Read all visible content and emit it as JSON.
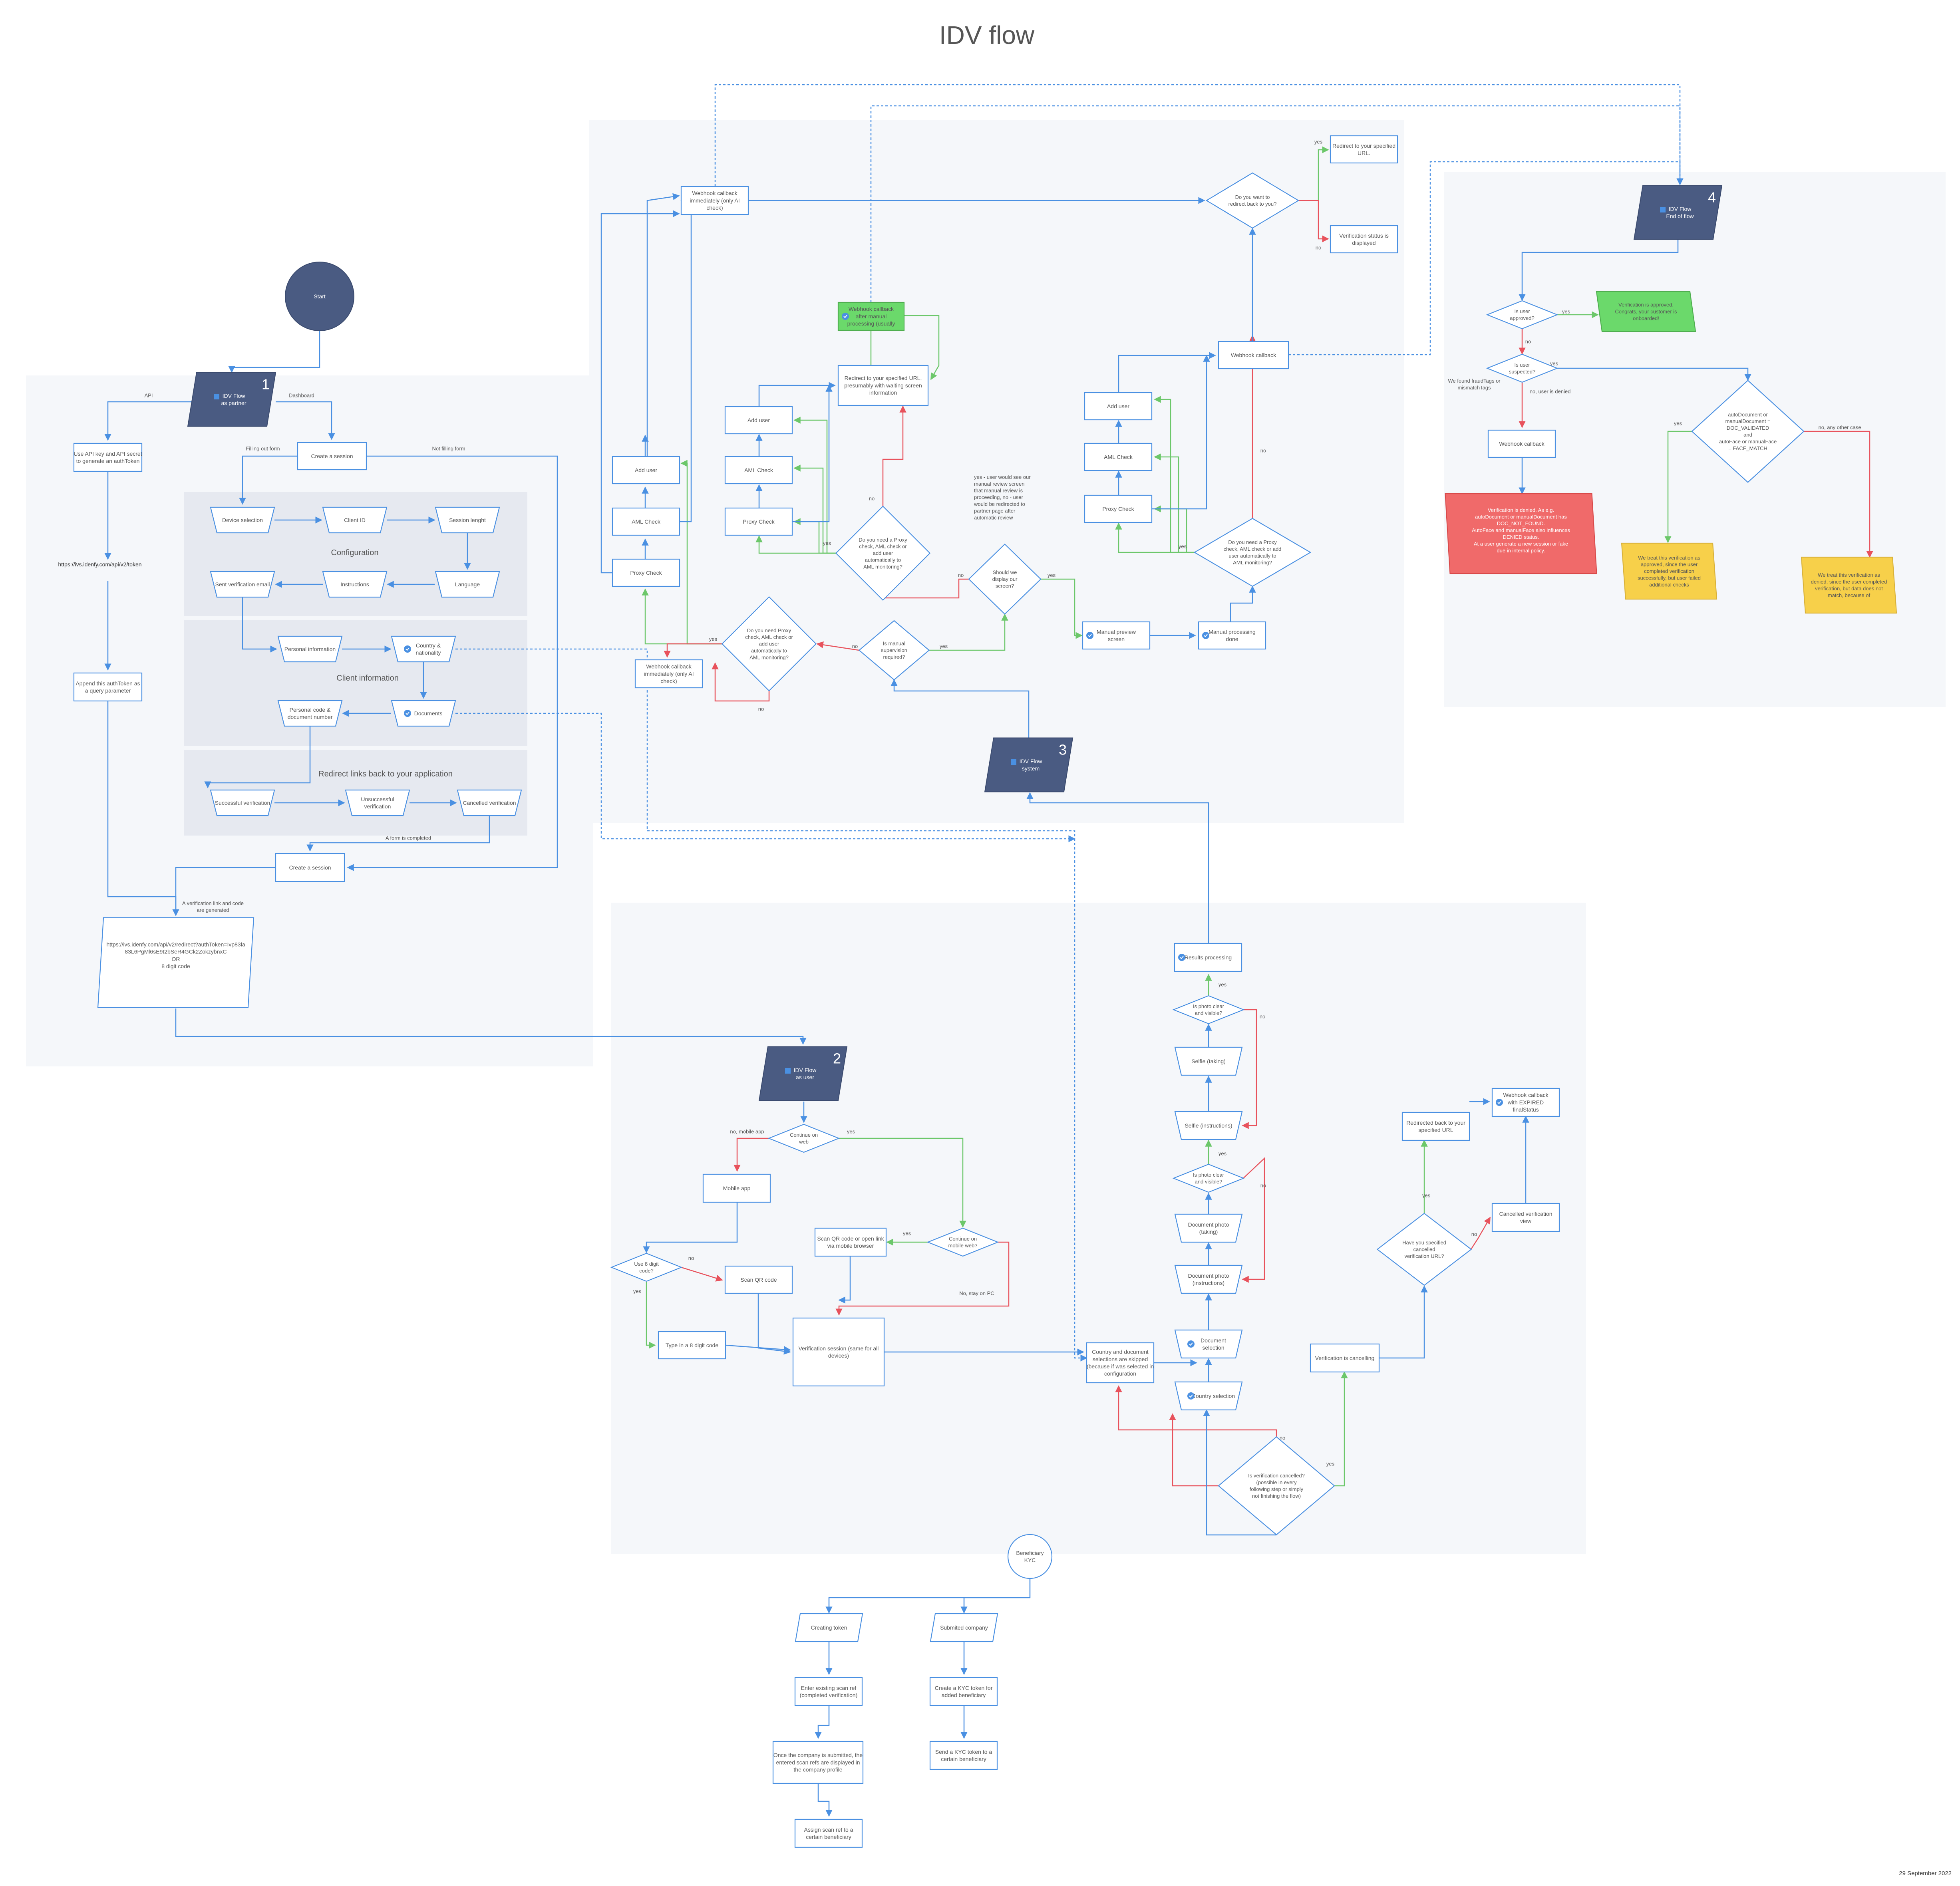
{
  "page": {
    "title": "IDV flow",
    "date": "29 September 2022"
  },
  "colors": {
    "blue": "#4a90e2",
    "red": "#e8525c",
    "green": "#6cc76a",
    "navy": "#4a5b82",
    "panel": "#f5f7fa",
    "subpanel": "#e6e9f0",
    "text": "#555555",
    "approved_fill": "#6bd96b",
    "denied_fill": "#f06a6a",
    "warn_fill": "#f7d04a"
  },
  "sections": {
    "s1": {
      "label": "IDV Flow\nas partner",
      "number": "1"
    },
    "s2": {
      "label": "IDV Flow\nas user",
      "number": "2"
    },
    "s3": {
      "label": "IDV Flow\nsystem",
      "number": "3"
    },
    "s4": {
      "label": "IDV Flow\nEnd of flow",
      "number": "4"
    }
  },
  "groups": {
    "configuration": "Configuration",
    "client_information": "Client information",
    "redirect_links": "Redirect links back to your application"
  },
  "nodes": {
    "start": "Start",
    "use_api_key": "Use API key and API secret\nto generate an authToken",
    "token_url": "https://ivs.idenfy.com/api/v2/token",
    "append_token": "Append this authToken as\na query parameter",
    "create_session_top": "Create a session",
    "create_session_bottom": "Create a session",
    "device_selection": "Device selection",
    "client_id": "Client ID",
    "session_lenght": "Session lenght",
    "language": "Language",
    "instructions": "Instructions",
    "sent_verification_email": "Sent verification email",
    "personal_information": "Personal information",
    "country_nationality": "Country &\nnationality",
    "documents": "Documents",
    "personal_code": "Personal code &\ndocument number",
    "successful_verification": "Successful verification",
    "unsuccessful_verification": "Unsuccessful\nverification",
    "cancelled_verification": "Cancelled verification",
    "verification_link": "https://ivs.idenfy.com/api/v2/redirect?authToken=Ivp83la\n83L6PgMl6sE9t2bSeR4GCk2ZokzybnxC\n\nOR\n\n8 digit code",
    "webhook_immediately_top": "Webhook callback\nimmediately (only AI\ncheck)",
    "webhook_immediately_mid": "Webhook callback\nimmediately (only AI\ncheck)",
    "webhook_after_manual": "Webhook callback\nafter manual\nprocessing (usually",
    "redirect_waiting": "Redirect to your specified URL,\npresumably with waiting screen\ninformation",
    "add_user_a": "Add user",
    "aml_check_a": "AML Check",
    "proxy_check_a": "Proxy Check",
    "add_user_b": "Add user",
    "aml_check_b": "AML Check",
    "proxy_check_b": "Proxy Check",
    "add_user_c": "Add user",
    "aml_check_c": "AML Check",
    "proxy_check_c": "Proxy Check",
    "need_proxy_1": "Do you need a Proxy\ncheck, AML check or\nadd user\nautomatically to\nAML monitoring?",
    "need_proxy_2": "Do you need Proxy\ncheck, AML check or\nadd user\nautomatically to\nAML monitoring?",
    "need_proxy_3": "Do you need a Proxy\ncheck, AML check or add\nuser automatically to\nAML monitoring?",
    "manual_supervision": "Is manual\nsupervision\nrequired?",
    "display_screen": "Should we\ndisplay our\nscreen?",
    "manual_note": "yes - user would see our\nmanual review screen\nthat manual review is\nproceeding, no - user\nwould be redirected to\npartner page after\nautomatic review",
    "manual_preview": "Manual preview\nscreen",
    "manual_done": "Manual processing\ndone",
    "webhook_callback_s3": "Webhook callback",
    "redirect_back_q": "Do you want to\nredirect back to you?",
    "redirect_specified": "Redirect to your specified\nURL.",
    "status_displayed": "Verification status is\ndisplayed",
    "is_approved": "Is user\napproved?",
    "approved_box": "Verification is approved.\nCongrats, your customer is\nonboarded!",
    "is_suspected": "Is user\nsuspected?",
    "webhook_callback_s4": "Webhook callback",
    "denied_box": "Verification is denied. As e.g.\nautoDocument or manualDocument has\nDOC_NOT_FOUND.\nAutoFace and manualFace also influences\nDENIED status.\n\nAt a user generate a new session or fake\ndue in internal policy.",
    "auto_doc_q": "autoDocument or\nmanualDocument =\nDOC_VALIDATED\nand\nautoFace or manualFace\n= FACE_MATCH",
    "treat_approved": "We treat this verification as\napproved, since the user\ncompleted verification\nsuccessfully, but user failed\nadditional checks",
    "treat_denied": "We treat this verification as\ndenied, since the user completed\nverification, but data does not\nmatch, because of",
    "continue_web": "Continue on\nweb",
    "mobile_app": "Mobile app",
    "use_8_digit": "Use 8 digit\ncode?",
    "scan_qr": "Scan QR code",
    "type_8_digit": "Type in a 8 digit code",
    "scan_qr_open": "Scan QR code or open link\nvia mobile browser",
    "continue_mobile": "Continue on\nmobile web?",
    "verification_session": "Verification session (same for all\ndevices)",
    "results_processing": "Results processing",
    "photo_clear_1": "Is photo clear\nand visible?",
    "selfie_taking": "Selfie (taking)",
    "selfie_instructions": "Selfie (instructions)",
    "photo_clear_2": "Is photo clear\nand visible?",
    "doc_photo_taking": "Document photo\n(taking)",
    "doc_photo_instructions": "Document photo\n(instructions)",
    "document_selection": "Document\nselection",
    "country_selection": "Country selection",
    "country_doc_skipped": "Country and document\nselections are skipped\n(because if was selected in\nconfiguration",
    "verification_cancelling": "Verification is cancelling",
    "is_cancelled": "Is verification cancelled?\n(possible in every\nfollowing step or simply\nnot finishing the flow)",
    "have_cancelled_url": "Have you specified\ncancelled\nverification URL?",
    "redirected_back": "Redirected back to your\nspecified URL",
    "cancelled_view": "Cancelled verification\nview",
    "webhook_expired": "Webhook callback\nwith EXPIRED\nfinalStatus",
    "beneficiary_kyc": "Beneficiary\nKYC",
    "creating_token": "Creating token",
    "submited_company": "Submited company",
    "enter_scan_ref": "Enter existing scan ref\n(completed verification)",
    "create_kyc_token": "Create a KYC token for\nadded beneficiary",
    "company_submitted": "Once the company is submitted, the\nentered scan refs are displayed in\nthe company profile",
    "send_kyc_token": "Send a KYC token to a\ncertain beneficiary",
    "assign_scan_ref": "Assign scan ref to a\ncertain beneficiary"
  },
  "edge_labels": {
    "api": "API",
    "dashboard": "Dashboard",
    "filling_out_form": "Filling out form",
    "not_filling_form": "Not filling form",
    "form_completed": "A form is completed",
    "link_generated": "A verification link and code\nare generated",
    "yes": "yes",
    "no": "no",
    "no_mobile_app": "no, mobile app",
    "no_stay_pc": "No, stay on PC",
    "found_fraud": "We found fraudTags or\nmismatchTags",
    "no_user_denied": "no, user is denied",
    "no_any_other": "no, any other case"
  }
}
